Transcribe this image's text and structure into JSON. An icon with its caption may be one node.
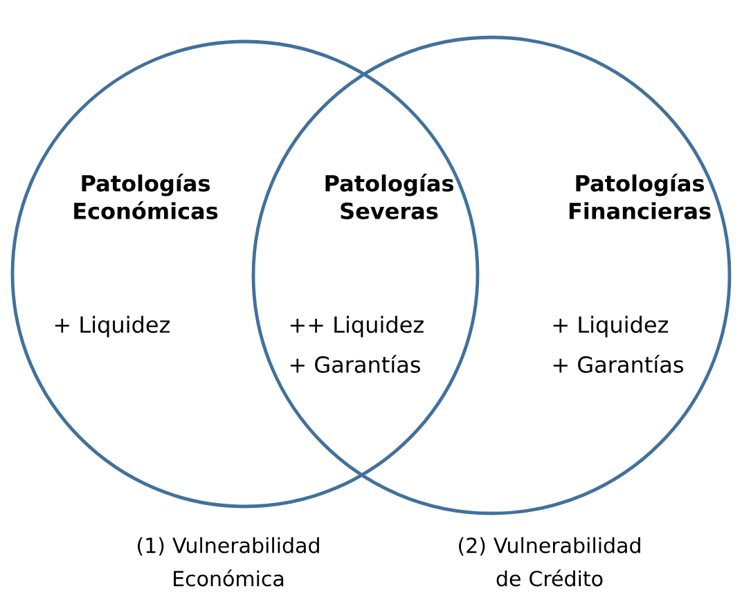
{
  "diagram": {
    "nodes": [
      {
        "text": [
          "Patologías Económicas",
          "+ Liquidez"
        ],
        "beside": [
          "(1) Vulnerabilidad Económica"
        ]
      },
      {
        "text": [
          "Patologías Financieras",
          "+ Liquidez",
          "+ Garantías"
        ],
        "beside": [
          "(2) Vulnerabilidad de Crédito"
        ]
      }
    ],
    "labels": [
      "Patologías Severas",
      "++ Liquidez",
      "+ Garantías"
    ]
  }
}
